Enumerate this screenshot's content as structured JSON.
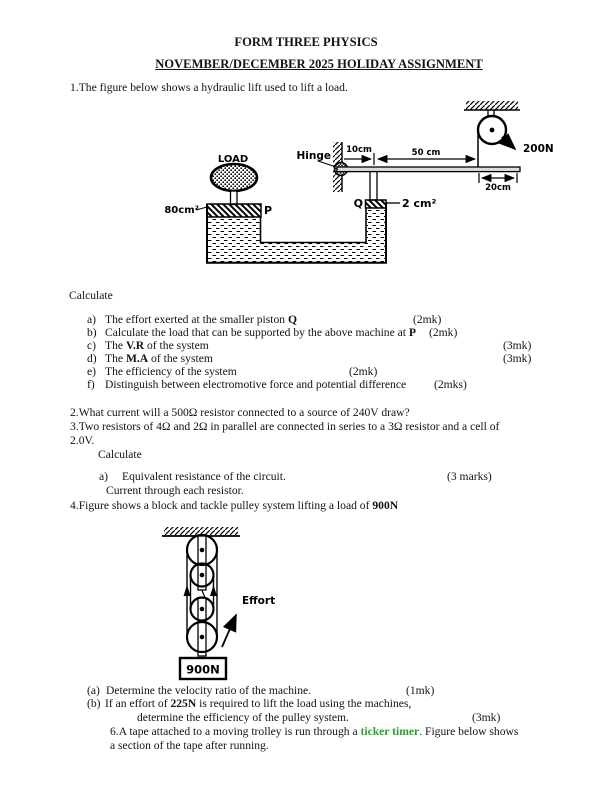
{
  "page": {
    "title": "FORM THREE PHYSICS",
    "subtitle": "NOVEMBER/DECEMBER 2025 HOLIDAY ASSIGNMENT"
  },
  "colors": {
    "highlight_green": "#28a428"
  },
  "q1": {
    "intro": "1.The figure below shows a hydraulic lift used to lift a load.",
    "calculate_label": "Calculate",
    "items": [
      {
        "marker": "a)",
        "pre": "The effort exerted at the smaller piston ",
        "bold": "Q",
        "post": "",
        "marks": "(2mk)"
      },
      {
        "marker": "b)",
        "pre": "Calculate the load that can be supported by the above machine at ",
        "bold": "P",
        "post": "",
        "marks": "(2mk)"
      },
      {
        "marker": "c)",
        "pre": "The ",
        "bold": "V.R",
        "post": " of the system",
        "marks": "(3mk)"
      },
      {
        "marker": "d)",
        "pre": "The ",
        "bold": "M.A",
        "post": " of the system",
        "marks": "(3mk)"
      },
      {
        "marker": "e)",
        "pre": "The efficiency of the system",
        "bold": "",
        "post": "",
        "marks": "(2mk)"
      },
      {
        "marker": "f)",
        "pre": "Distinguish between electromotive force and potential difference",
        "bold": "",
        "post": "",
        "marks": "(2mks)"
      }
    ],
    "diagram": {
      "load_label": "LOAD",
      "area_p": "80cm²",
      "piston_p": "P",
      "piston_q": "Q",
      "area_q": "2 cm²",
      "hinge": "Hinge",
      "dim_1": "10cm",
      "dim_2": "50 cm",
      "dim_3": "20cm",
      "force": "200N"
    }
  },
  "q2": {
    "text": "2.What current will a 500Ω resistor connected to a source of 240V draw?"
  },
  "q3": {
    "line1": "3.Two resistors of 4Ω and 2Ω in parallel are connected in series to a 3Ω resistor and a cell of",
    "line2": "2.0V.",
    "calculate_label": "Calculate",
    "item_a_marker": "a)",
    "item_a_text": "Equivalent resistance of the circuit.",
    "item_a_marks": "(3 marks)",
    "item_b_text": "Current through each resistor."
  },
  "q4": {
    "intro_pre": "4.Figure shows a block and tackle pulley system lifting a load of ",
    "intro_bold": "900N",
    "diagram": {
      "effort": "Effort",
      "load": "900N"
    },
    "item_a_marker": "(a)",
    "item_a_text": "Determine the velocity ratio of the machine.",
    "item_a_marks": "(1mk)",
    "item_b_marker": "(b)",
    "item_b_pre": "If an effort of ",
    "item_b_bold": "225N",
    "item_b_post": " is required to lift the load using the machines,",
    "item_b_line2": "determine the efficiency of the pulley system.",
    "item_b_marks": "(3mk)"
  },
  "q6": {
    "line1_pre": "6.A tape attached to a moving trolley is run through a ",
    "line1_highlight": "ticker timer",
    "line1_post": ". Figure below shows",
    "line2": "a section of the tape after running."
  }
}
